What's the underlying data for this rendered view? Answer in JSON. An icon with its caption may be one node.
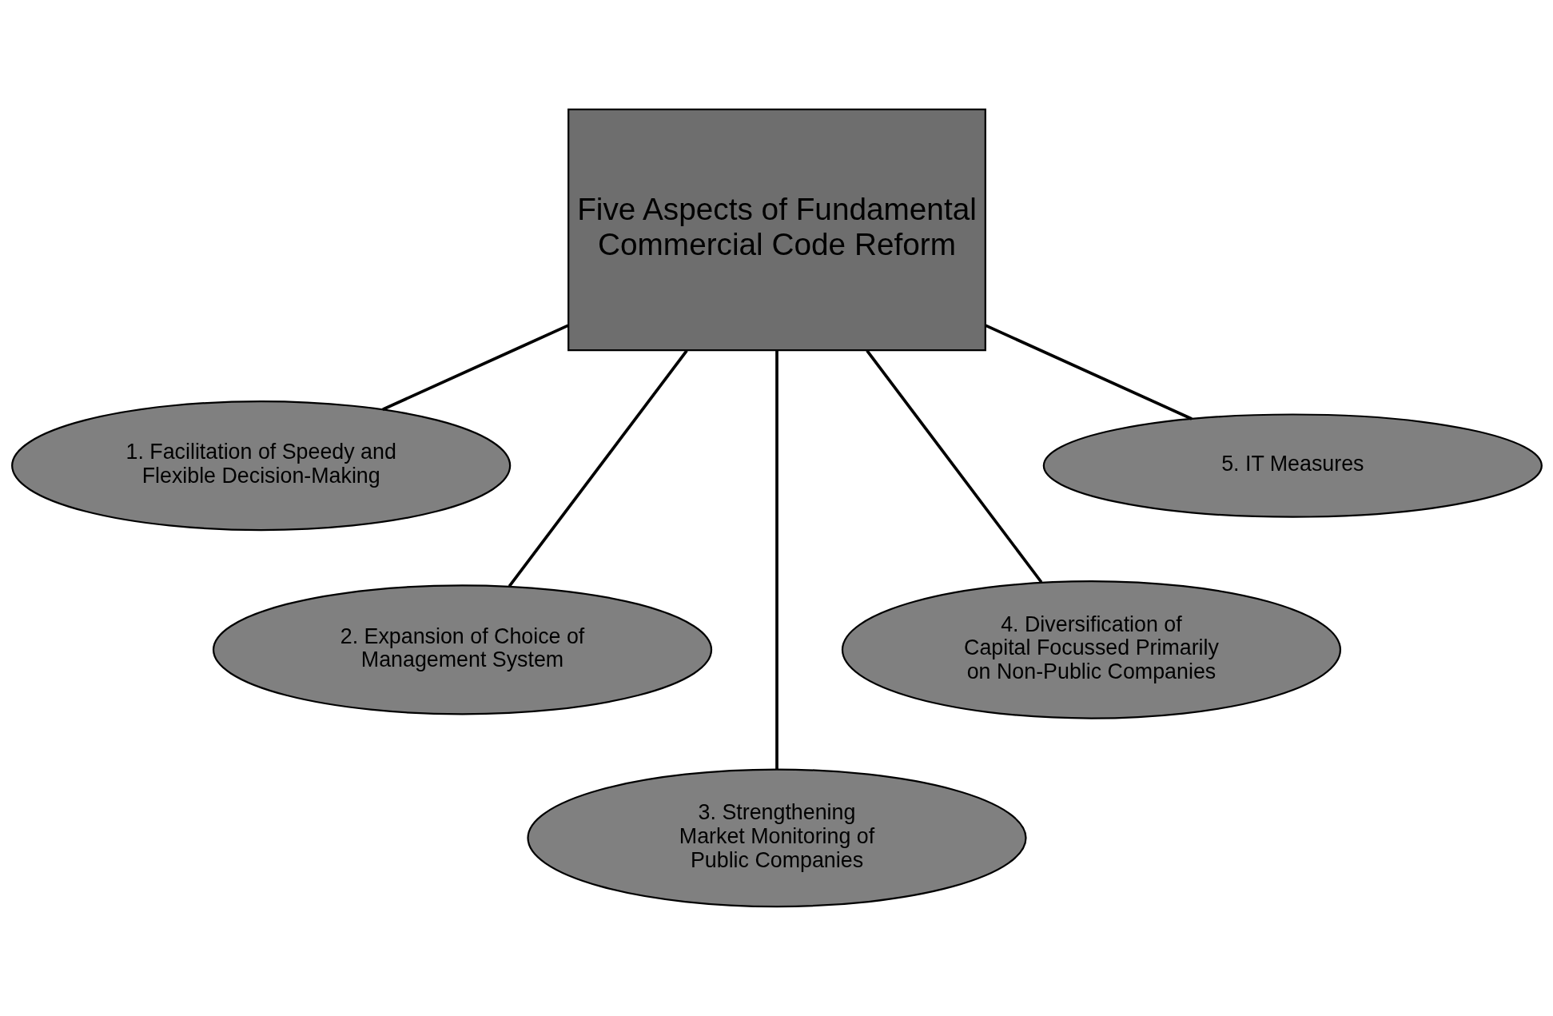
{
  "diagram": {
    "nodes": [
      {
        "text": [
          "Five Aspects of Fundamental Commercial Code Reform"
        ]
      },
      {
        "text": [
          "1. Facilitation of Speedy and Flexible Decision-Making"
        ]
      },
      {
        "text": [
          "2. Expansion of Choice of Management System"
        ]
      },
      {
        "text": [
          "3. Strengthening Market Monitoring of Public Companies"
        ]
      },
      {
        "text": [
          "4. Diversification of Capital Focussed Primarily on Non-Public Companies"
        ]
      },
      {
        "text": [
          "5. IT Measures"
        ]
      }
    ],
    "edges": [
      {
        "from": 0,
        "to": 1,
        "arrow": "none"
      },
      {
        "from": 0,
        "to": 2,
        "arrow": "none"
      },
      {
        "from": 0,
        "to": 3,
        "arrow": "none"
      },
      {
        "from": 0,
        "to": 4,
        "arrow": "none"
      },
      {
        "from": 0,
        "to": 5,
        "arrow": "none"
      }
    ]
  }
}
